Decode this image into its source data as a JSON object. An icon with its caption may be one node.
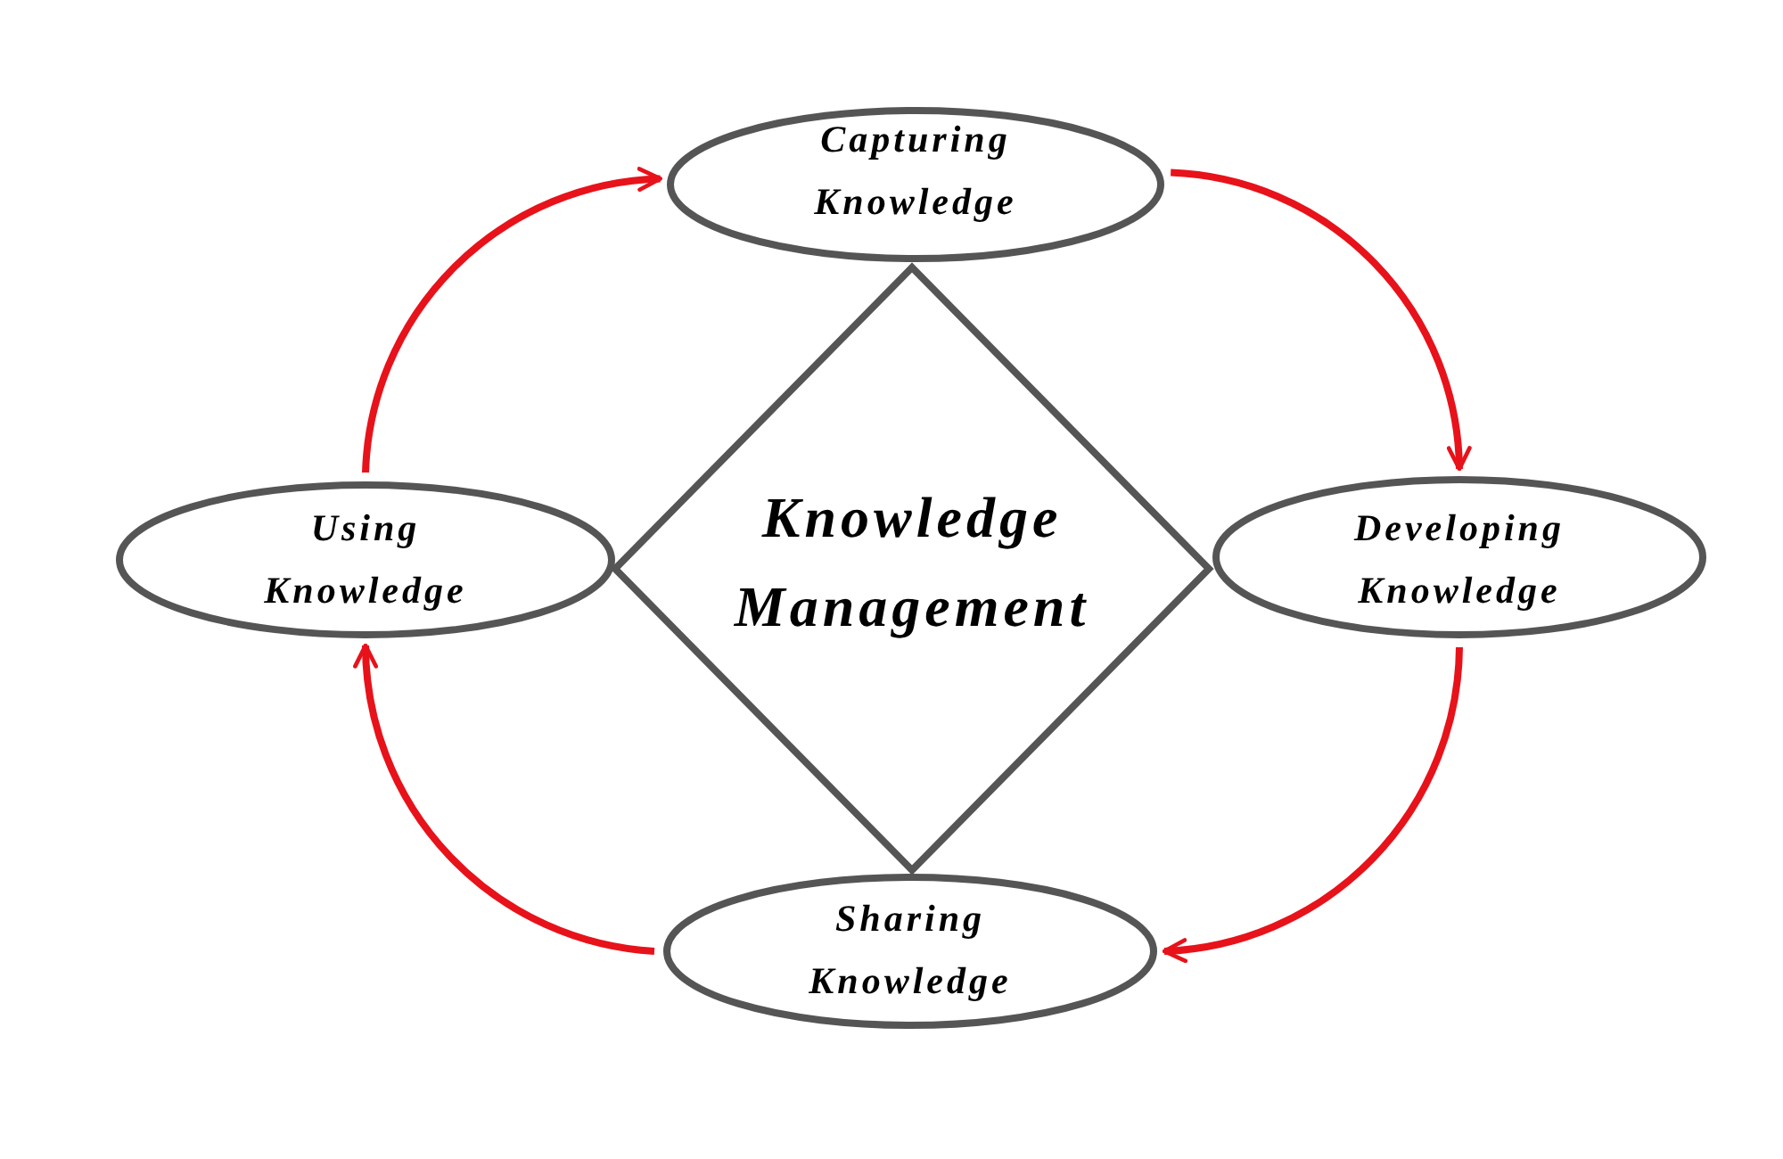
{
  "diagram": {
    "nodes": [
      {
        "text": [
          "Capturing Knowledge"
        ]
      },
      {
        "text": [
          "Using Knowledge"
        ]
      },
      {
        "text": [
          "Knowledge Management"
        ]
      },
      {
        "text": [
          "Developing Knowledge"
        ]
      },
      {
        "text": [
          "Sharing Knowledge"
        ]
      }
    ],
    "edges": [
      {
        "from": 0,
        "to": 3,
        "arrow": "to"
      },
      {
        "from": 3,
        "to": 4,
        "arrow": "to"
      },
      {
        "from": 4,
        "to": 1,
        "arrow": "to"
      },
      {
        "from": 1,
        "to": 0,
        "arrow": "to"
      }
    ]
  }
}
